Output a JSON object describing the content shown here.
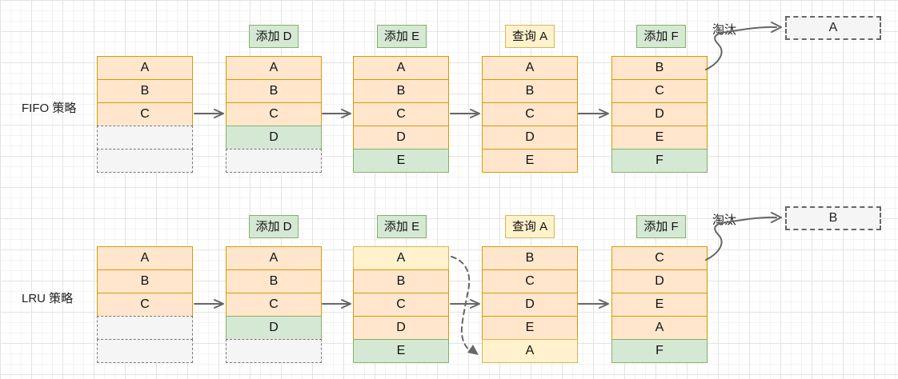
{
  "rows": [
    {
      "label": "FIFO 策略",
      "evict_label": "淘汰",
      "evicted_value": "A",
      "steps": [
        {
          "tag": "",
          "cells": [
            "A",
            "B",
            "C",
            "",
            ""
          ]
        },
        {
          "tag": "添加 D",
          "cells": [
            "A",
            "B",
            "C",
            "D",
            ""
          ]
        },
        {
          "tag": "添加 E",
          "cells": [
            "A",
            "B",
            "C",
            "D",
            "E"
          ]
        },
        {
          "tag": "查询 A",
          "cells": [
            "A",
            "B",
            "C",
            "D",
            "E"
          ]
        },
        {
          "tag": "添加 F",
          "cells": [
            "B",
            "C",
            "D",
            "E",
            "F"
          ]
        }
      ]
    },
    {
      "label": "LRU 策略",
      "evict_label": "淘汰",
      "evicted_value": "B",
      "steps": [
        {
          "tag": "",
          "cells": [
            "A",
            "B",
            "C",
            "",
            ""
          ]
        },
        {
          "tag": "添加 D",
          "cells": [
            "A",
            "B",
            "C",
            "D",
            ""
          ]
        },
        {
          "tag": "添加 E",
          "cells": [
            "A",
            "B",
            "C",
            "D",
            "E"
          ]
        },
        {
          "tag": "查询 A",
          "cells": [
            "B",
            "C",
            "D",
            "E",
            "A"
          ]
        },
        {
          "tag": "添加 F",
          "cells": [
            "C",
            "D",
            "E",
            "A",
            "F"
          ]
        }
      ]
    }
  ],
  "colors": {
    "cell_orange_fill": "#ffe6cc",
    "cell_orange_border": "#d79b00",
    "cell_green_fill": "#d5e8d4",
    "cell_green_border": "#82b366",
    "cell_yellow_fill": "#fff2cc",
    "cell_yellow_border": "#d6b656",
    "cell_empty_fill": "#f5f5f5",
    "dashed_border": "#666666",
    "arrow": "#666666"
  }
}
